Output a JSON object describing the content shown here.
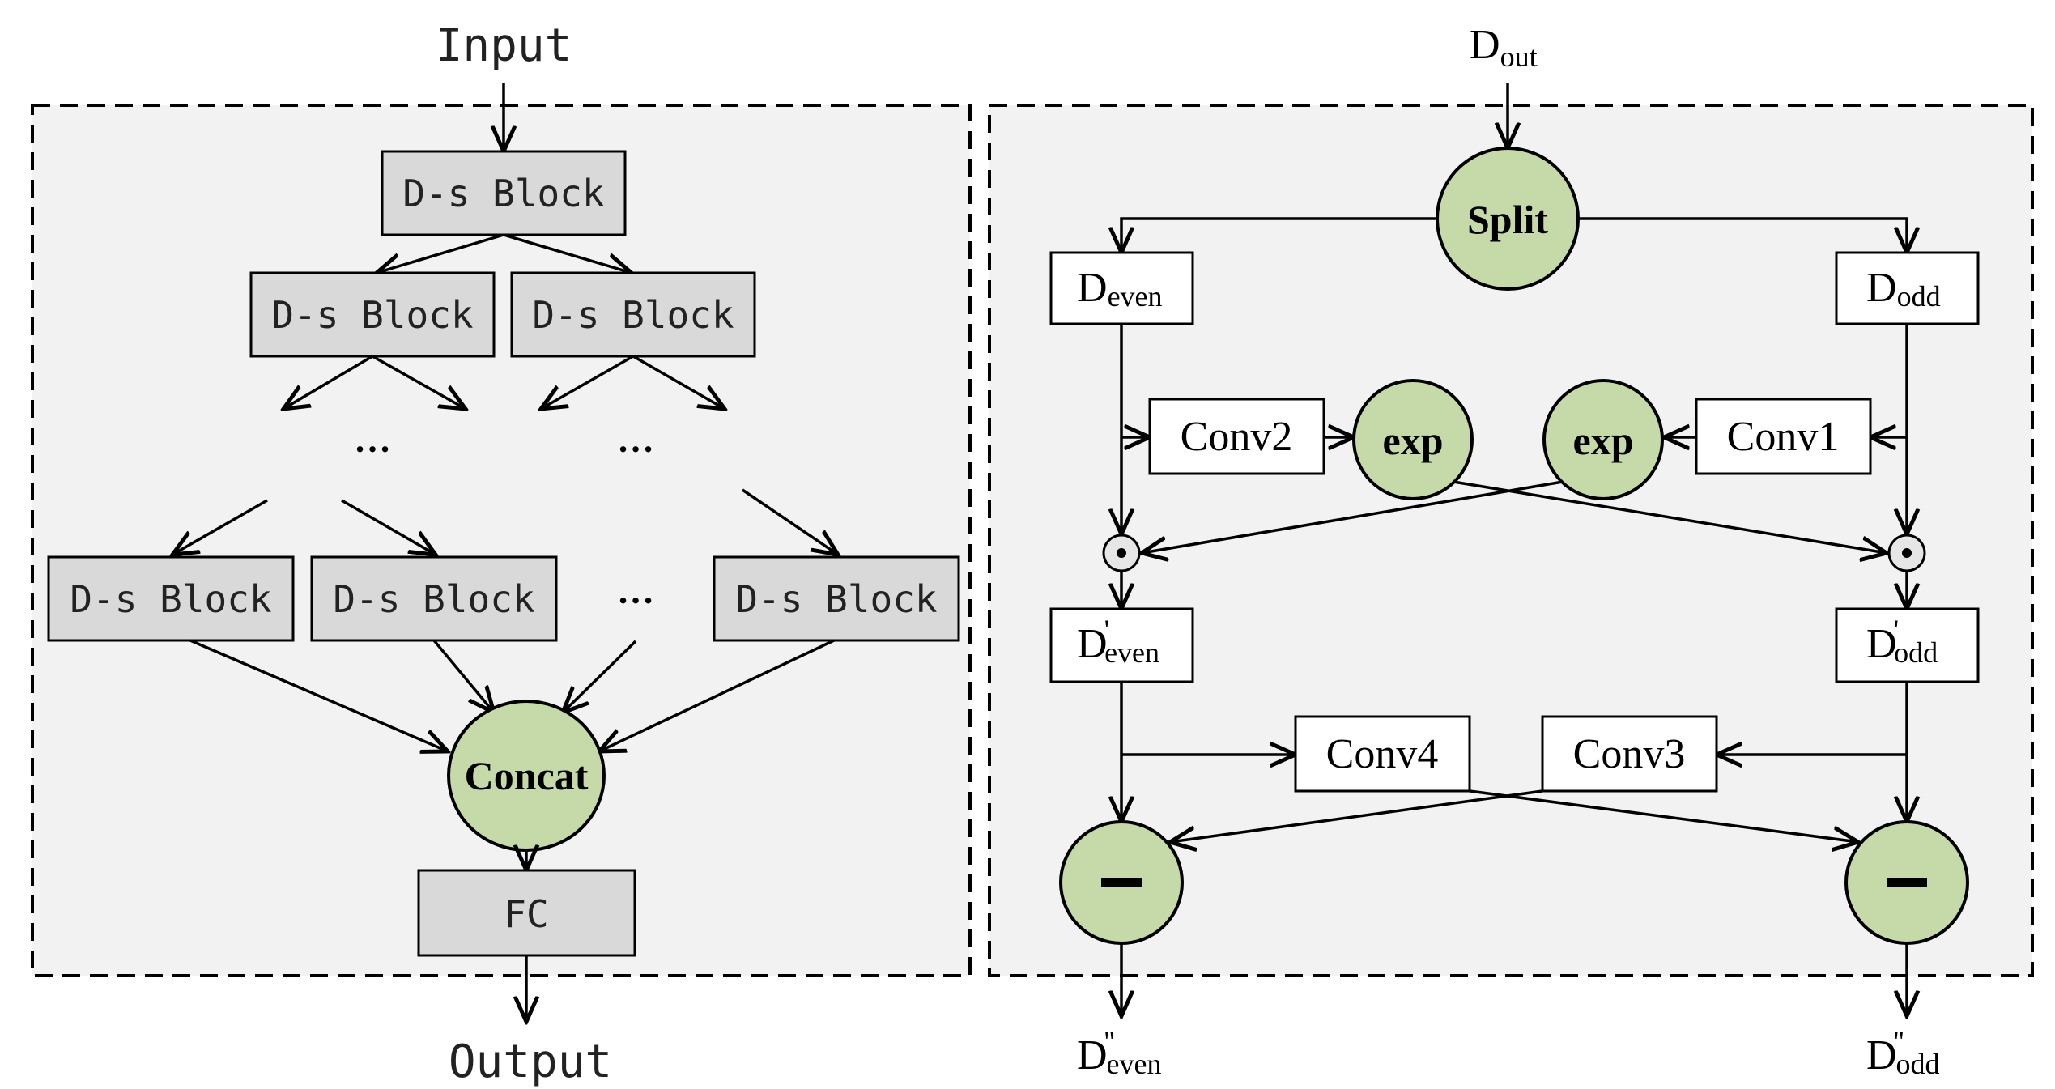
{
  "left": {
    "input_label": "Input",
    "output_label": "Output",
    "block_label": "D-s Block",
    "concat_label": "Concat",
    "fc_label": "FC",
    "ellipsis": "…"
  },
  "right": {
    "d_main": "D",
    "out_sub": "out",
    "even_sub": "even",
    "odd_sub": "odd",
    "prime": "'",
    "dprime": "''",
    "split_label": "Split",
    "exp_label": "exp",
    "conv1_label": "Conv1",
    "conv2_label": "Conv2",
    "conv3_label": "Conv3",
    "conv4_label": "Conv4",
    "minus_symbol": "–"
  },
  "colors": {
    "node_fill": "#c6d9a8",
    "block_fill": "#d9d9d9",
    "panel_fill": "#f2f2f2"
  }
}
